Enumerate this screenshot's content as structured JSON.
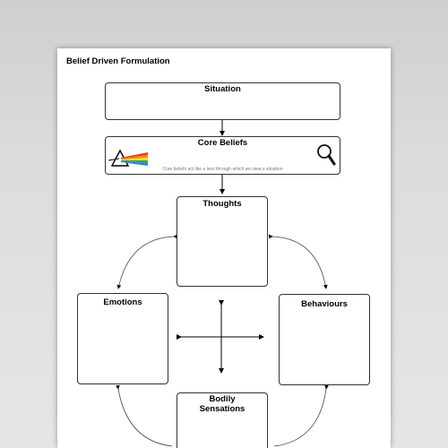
{
  "document": {
    "title": "Belief Driven Formulation"
  },
  "boxes": {
    "situation": "Situation",
    "core_beliefs": "Core Beliefs",
    "core_beliefs_caption": "Core beliefs act like a lens through which we view a situation",
    "thoughts": "Thoughts",
    "emotions": "Emotions",
    "behaviours": "Behaviours",
    "bodily_sensations_line1": "Bodily",
    "bodily_sensations_line2": "Sensations"
  },
  "icons": {
    "prism": "prism-icon",
    "magnifier": "magnifying-glass-icon"
  },
  "colors": {
    "page_background": "#d9d9d9",
    "sheet": "#ffffff",
    "box_border": "#333333",
    "caption_text": "#777777"
  }
}
